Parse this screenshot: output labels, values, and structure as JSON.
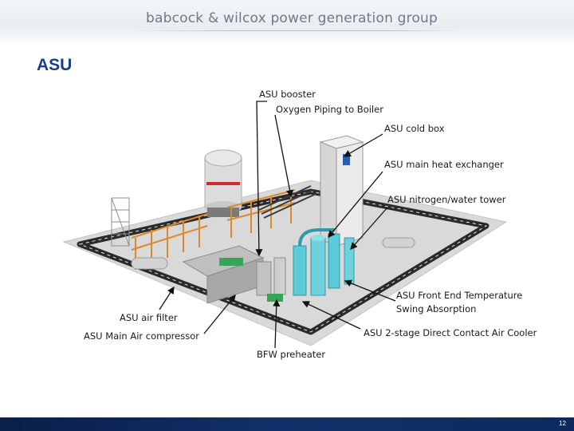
{
  "header": {
    "brand": "babcock & wilcox power generation group"
  },
  "slide": {
    "title": "ASU"
  },
  "labels": {
    "booster": "ASU booster",
    "oxygen_piping": "Oxygen Piping to Boiler",
    "cold_box": "ASU cold box",
    "main_hx": "ASU main heat exchanger",
    "n2_tower": "ASU nitrogen/water tower",
    "tsa_line1": "ASU Front End Temperature",
    "tsa_line2": "Swing Absorption",
    "air_filter": "ASU air filter",
    "main_air_compressor": "ASU Main Air compressor",
    "dcac": "ASU 2-stage Direct Contact Air Cooler",
    "bfw": "BFW preheater"
  },
  "footer": {
    "page_number": "12"
  },
  "colors": {
    "title": "#1b3d8f",
    "footer": "#0d2a60"
  }
}
